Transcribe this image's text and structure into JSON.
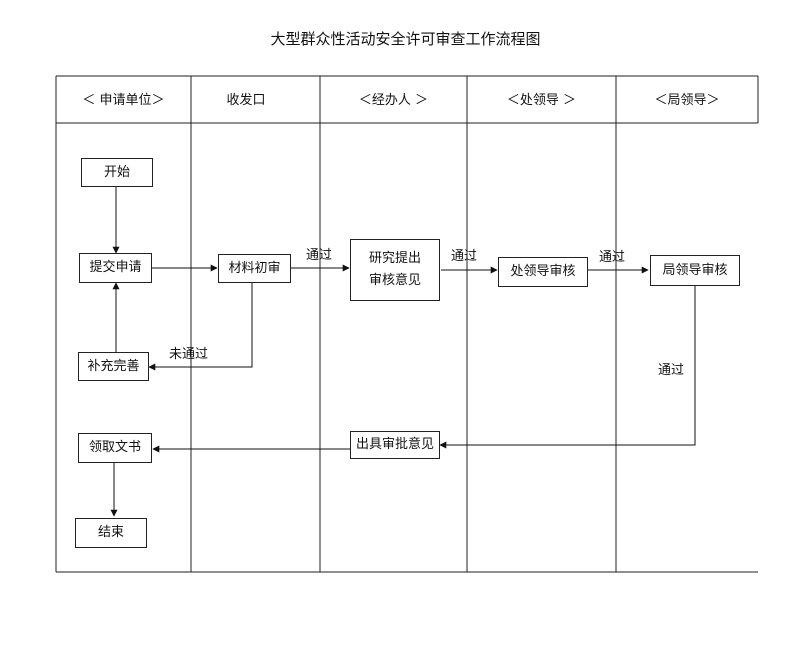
{
  "title": "大型群众性活动安全许可审查工作流程图",
  "lanes": [
    "＜ 申请单位＞",
    "收发口",
    "＜经办人 ＞",
    "＜处领导 ＞",
    "＜局领导＞"
  ],
  "nodes": {
    "start": "开始",
    "submit": "提交申请",
    "supplement": "补充完善",
    "receive": "领取文书",
    "end": "结束",
    "initial_review": "材料初审",
    "research_line1": "研究提出",
    "research_line2": "审核意见",
    "issue_opinion": "出具审批意见",
    "division_review": "处领导审核",
    "bureau_review": "局领导审核"
  },
  "edge_labels": {
    "pass1": "通过",
    "pass2": "通过",
    "pass3": "通过",
    "pass4": "通过",
    "fail": "未通过"
  }
}
